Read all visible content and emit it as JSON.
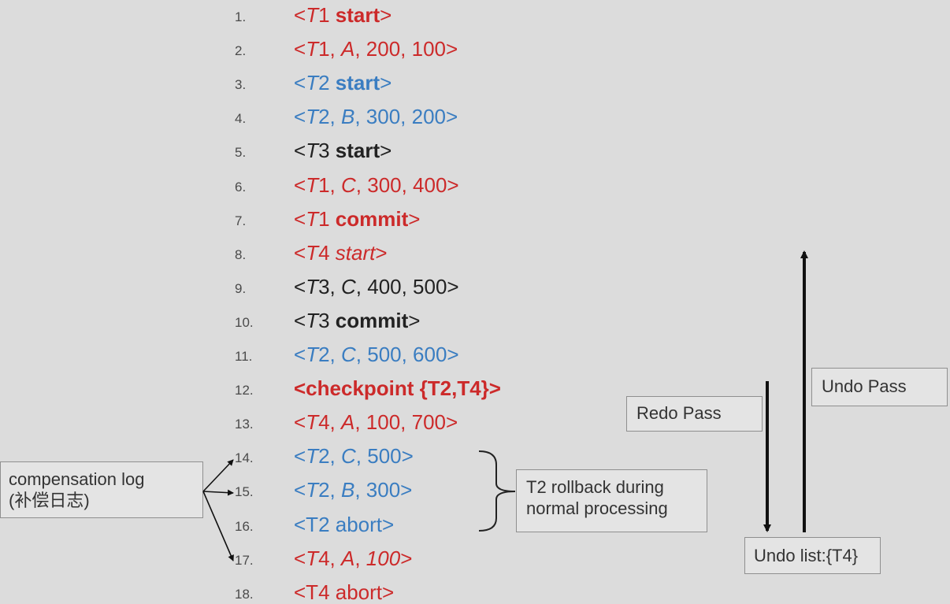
{
  "log": [
    {
      "num": "1.",
      "color": "red",
      "segments": [
        {
          "t": "<",
          "s": ""
        },
        {
          "t": "T",
          "s": "i"
        },
        {
          "t": "1 ",
          "s": ""
        },
        {
          "t": "start",
          "s": "b"
        },
        {
          "t": ">",
          "s": ""
        }
      ]
    },
    {
      "num": "2.",
      "color": "red",
      "segments": [
        {
          "t": "<",
          "s": ""
        },
        {
          "t": "T",
          "s": "i"
        },
        {
          "t": "1, ",
          "s": ""
        },
        {
          "t": "A",
          "s": "i"
        },
        {
          "t": ", 200, 100>",
          "s": ""
        }
      ]
    },
    {
      "num": "3.",
      "color": "blue",
      "segments": [
        {
          "t": "<",
          "s": ""
        },
        {
          "t": "T",
          "s": "i"
        },
        {
          "t": "2 ",
          "s": ""
        },
        {
          "t": "start",
          "s": "b"
        },
        {
          "t": ">",
          "s": ""
        }
      ]
    },
    {
      "num": "4.",
      "color": "blue",
      "segments": [
        {
          "t": "<",
          "s": ""
        },
        {
          "t": "T",
          "s": "i"
        },
        {
          "t": "2, ",
          "s": ""
        },
        {
          "t": "B",
          "s": "i"
        },
        {
          "t": ", 300, 200>",
          "s": ""
        }
      ]
    },
    {
      "num": "5.",
      "color": "black",
      "segments": [
        {
          "t": "<",
          "s": ""
        },
        {
          "t": "T",
          "s": "i"
        },
        {
          "t": "3 ",
          "s": ""
        },
        {
          "t": "start",
          "s": "b"
        },
        {
          "t": ">",
          "s": ""
        }
      ]
    },
    {
      "num": "6.",
      "color": "red",
      "segments": [
        {
          "t": "<",
          "s": ""
        },
        {
          "t": "T",
          "s": "i"
        },
        {
          "t": "1, ",
          "s": ""
        },
        {
          "t": "C",
          "s": "i"
        },
        {
          "t": ", 300, 400>",
          "s": ""
        }
      ]
    },
    {
      "num": "7.",
      "color": "red",
      "segments": [
        {
          "t": "<",
          "s": ""
        },
        {
          "t": "T",
          "s": "i"
        },
        {
          "t": "1 ",
          "s": ""
        },
        {
          "t": "commit",
          "s": "b"
        },
        {
          "t": ">",
          "s": ""
        }
      ]
    },
    {
      "num": "8.",
      "color": "red",
      "segments": [
        {
          "t": "<",
          "s": ""
        },
        {
          "t": "T",
          "s": "i"
        },
        {
          "t": "4 ",
          "s": ""
        },
        {
          "t": "start",
          "s": "i"
        },
        {
          "t": ">",
          "s": ""
        }
      ]
    },
    {
      "num": "9.",
      "color": "black",
      "segments": [
        {
          "t": "<",
          "s": ""
        },
        {
          "t": "T",
          "s": "i"
        },
        {
          "t": "3, ",
          "s": ""
        },
        {
          "t": "C",
          "s": "i"
        },
        {
          "t": ", 400, 500>",
          "s": ""
        }
      ]
    },
    {
      "num": "10.",
      "color": "black",
      "segments": [
        {
          "t": "<",
          "s": ""
        },
        {
          "t": "T",
          "s": "i"
        },
        {
          "t": "3 ",
          "s": ""
        },
        {
          "t": "commit",
          "s": "b"
        },
        {
          "t": ">",
          "s": ""
        }
      ]
    },
    {
      "num": "11.",
      "color": "blue",
      "segments": [
        {
          "t": "<",
          "s": ""
        },
        {
          "t": "T",
          "s": "i"
        },
        {
          "t": "2, ",
          "s": ""
        },
        {
          "t": "C",
          "s": "i"
        },
        {
          "t": ", 500, 600>",
          "s": ""
        }
      ]
    },
    {
      "num": "12.",
      "color": "red",
      "segments": [
        {
          "t": "<checkpoint {T2,T4}>",
          "s": "b"
        }
      ]
    },
    {
      "num": "13.",
      "color": "red",
      "segments": [
        {
          "t": "<",
          "s": ""
        },
        {
          "t": "T",
          "s": "i"
        },
        {
          "t": "4, ",
          "s": ""
        },
        {
          "t": "A",
          "s": "i"
        },
        {
          "t": ", 100, 700>",
          "s": ""
        }
      ]
    },
    {
      "num": "14.",
      "color": "blue",
      "segments": [
        {
          "t": "<",
          "s": ""
        },
        {
          "t": "T",
          "s": "i"
        },
        {
          "t": "2, ",
          "s": ""
        },
        {
          "t": "C",
          "s": "i"
        },
        {
          "t": ", 500>",
          "s": ""
        }
      ]
    },
    {
      "num": "15.",
      "color": "blue",
      "segments": [
        {
          "t": "<",
          "s": ""
        },
        {
          "t": "T",
          "s": "i"
        },
        {
          "t": "2, ",
          "s": ""
        },
        {
          "t": "B",
          "s": "i"
        },
        {
          "t": ", 300>",
          "s": ""
        }
      ]
    },
    {
      "num": "16.",
      "color": "blue",
      "segments": [
        {
          "t": "<T2 abort>",
          "s": ""
        }
      ]
    },
    {
      "num": "17.",
      "color": "red",
      "segments": [
        {
          "t": "<",
          "s": ""
        },
        {
          "t": "T",
          "s": "i"
        },
        {
          "t": "4, ",
          "s": ""
        },
        {
          "t": "A",
          "s": "i"
        },
        {
          "t": ", ",
          "s": ""
        },
        {
          "t": "100",
          "s": "i"
        },
        {
          "t": ">",
          "s": ""
        }
      ]
    },
    {
      "num": "18.",
      "color": "red",
      "segments": [
        {
          "t": "<T4 abort>",
          "s": ""
        }
      ]
    }
  ],
  "labels": {
    "compensation_line1": "compensation log",
    "compensation_line2": "(补偿日志)",
    "rollback_line1": "T2 rollback during",
    "rollback_line2": "normal processing",
    "redo_pass": "Redo Pass",
    "undo_pass": "Undo Pass",
    "undo_list": "Undo list:{T4}"
  },
  "colors": {
    "red": "#cc2a2a",
    "blue": "#3a7dc1",
    "black": "#222222",
    "background": "#dcdcdc"
  }
}
